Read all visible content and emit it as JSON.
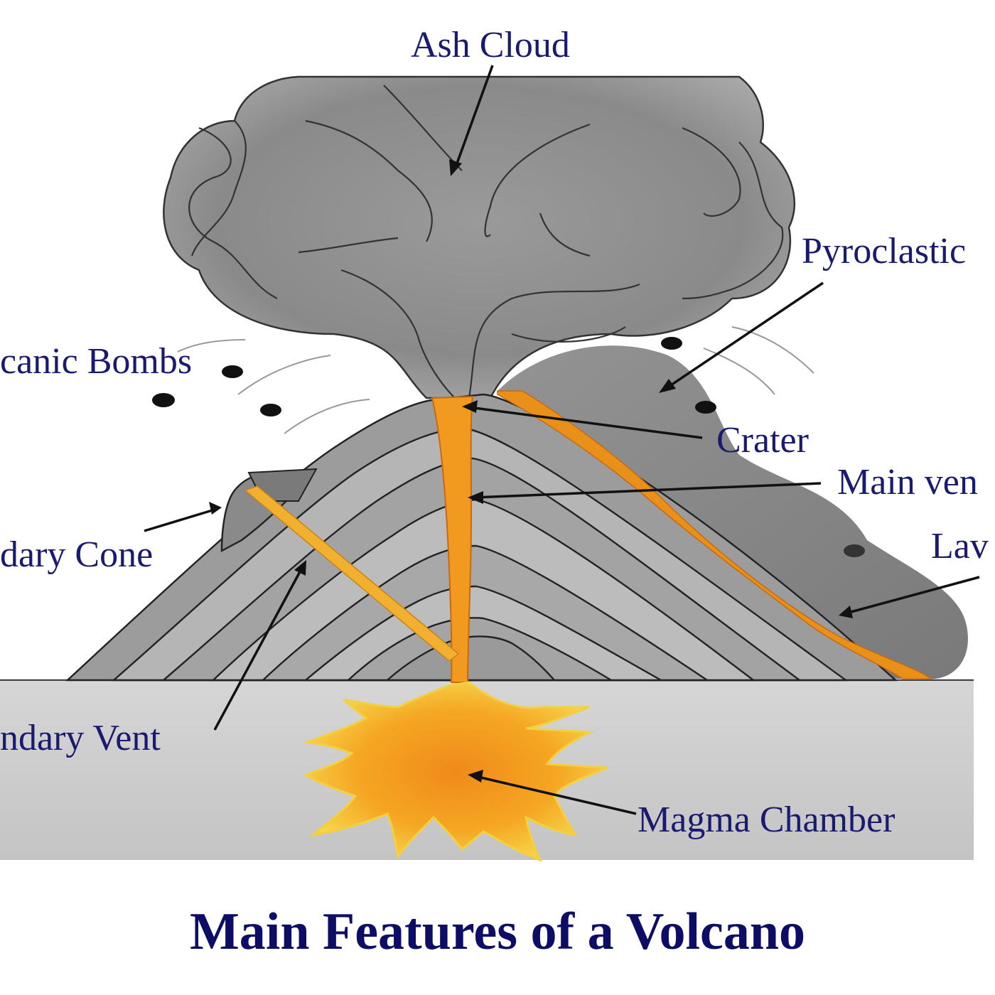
{
  "title": "Main Features of a Volcano",
  "labels": {
    "ash_cloud": "Ash Cloud",
    "pyroclastic": "Pyroclastic",
    "volcanic_bombs": "canic Bombs",
    "crater": "Crater",
    "main_vent": "Main ven",
    "secondary_cone": "dary Cone",
    "lava": "Lav",
    "secondary_vent": "ndary Vent",
    "magma_chamber": "Magma Chamber"
  },
  "colors": {
    "label_text": "#1a1a6e",
    "title_text": "#0d0d66",
    "magma": "#f5a623",
    "lava": "#e8901a",
    "ground": "#cfcfcf",
    "ash": "#8c8c8c"
  }
}
